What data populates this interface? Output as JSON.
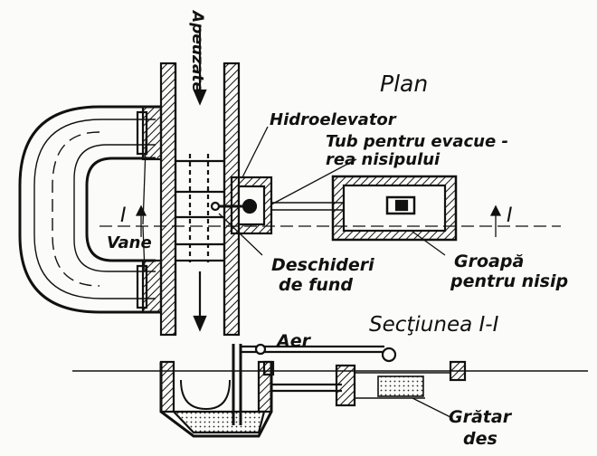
{
  "labels": {
    "apeuzate": "Apeuzate",
    "plan": "Plan",
    "hidroelevator": "Hidroelevator",
    "tub_1": "Tub pentru evacue -",
    "tub_2": "rea nisipului",
    "section_mark_left": "I",
    "section_mark_right": "I",
    "vane": "Vane",
    "deschideri_1": "Deschideri",
    "deschideri_2": "de fund",
    "groapa_1": "Groapă",
    "groapa_2": "pentru nisip",
    "sectiunea": "Secţiunea I-I",
    "aer": "Aer",
    "gratar_1": "Grătar",
    "gratar_2": "des"
  },
  "colors": {
    "ink": "#111111",
    "paper": "#fbfbf9"
  }
}
